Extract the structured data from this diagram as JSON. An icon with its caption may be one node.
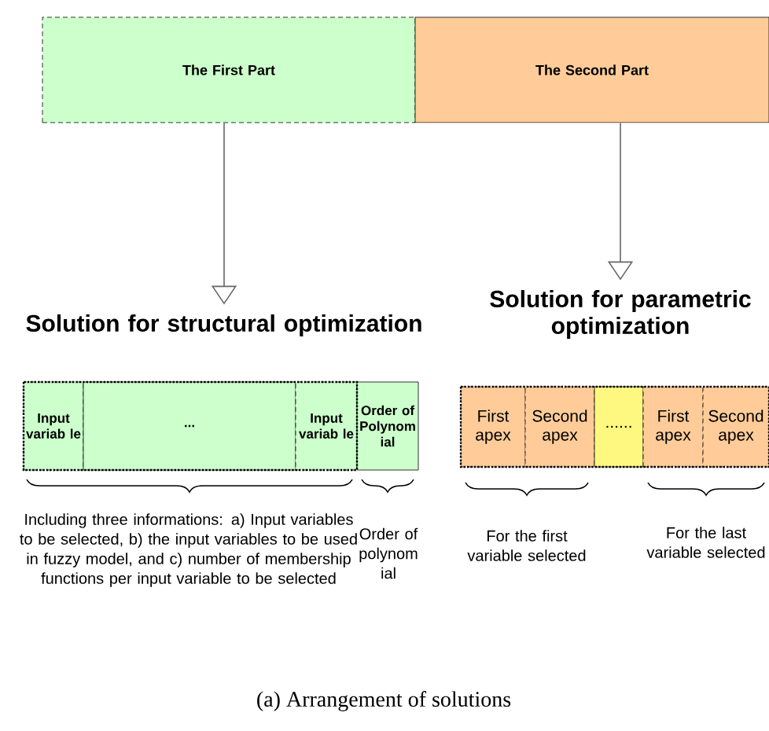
{
  "diagram": {
    "caption": "(a) Arrangement of solutions",
    "nodes": [
      {
        "text": [
          "The First Part"
        ]
      },
      {
        "text": [
          "The Second Part"
        ]
      },
      {
        "text": [
          "Solution for structural optimization"
        ]
      },
      {
        "text": [
          "Solution for parametric optimization"
        ]
      },
      {
        "text": [
          "Input variab le"
        ]
      },
      {
        "text": [
          "..."
        ]
      },
      {
        "text": [
          "Input variab le"
        ]
      },
      {
        "text": [
          "Order of Polynom ial"
        ]
      },
      {
        "text": [
          "First apex"
        ]
      },
      {
        "text": [
          "Second apex"
        ]
      },
      {
        "text": [
          "......"
        ]
      },
      {
        "text": [
          "First apex"
        ]
      },
      {
        "text": [
          "Second apex"
        ]
      }
    ],
    "edges": [
      {
        "from": 0,
        "to": 2,
        "arrow": "to"
      },
      {
        "from": 1,
        "to": 3,
        "arrow": "to"
      }
    ],
    "labels": [
      "Including three informations: a) Input variables to be selected, b) the input variables to be used in fuzzy model, and c) number of membership functions per input variable to be selected",
      "Order of polynom ial",
      "For the first variable selected",
      "For the last variable selected"
    ]
  }
}
